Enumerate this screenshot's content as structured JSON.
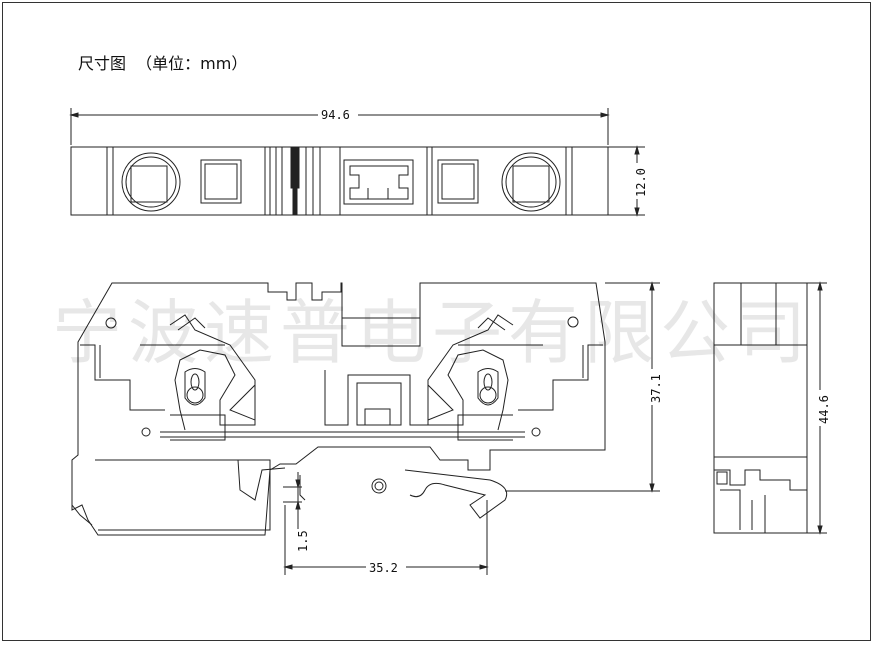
{
  "title": "尺寸图  （单位：mm）",
  "watermark": "宁波速普电子有限公司",
  "dimensions": {
    "top_width": "94.6",
    "top_height": "12.0",
    "front_height": "37.1",
    "side_height": "44.6",
    "foot_offset": "1.5",
    "rail_width": "35.2"
  },
  "colors": {
    "line": "#222222",
    "fill": "#ffffff"
  }
}
